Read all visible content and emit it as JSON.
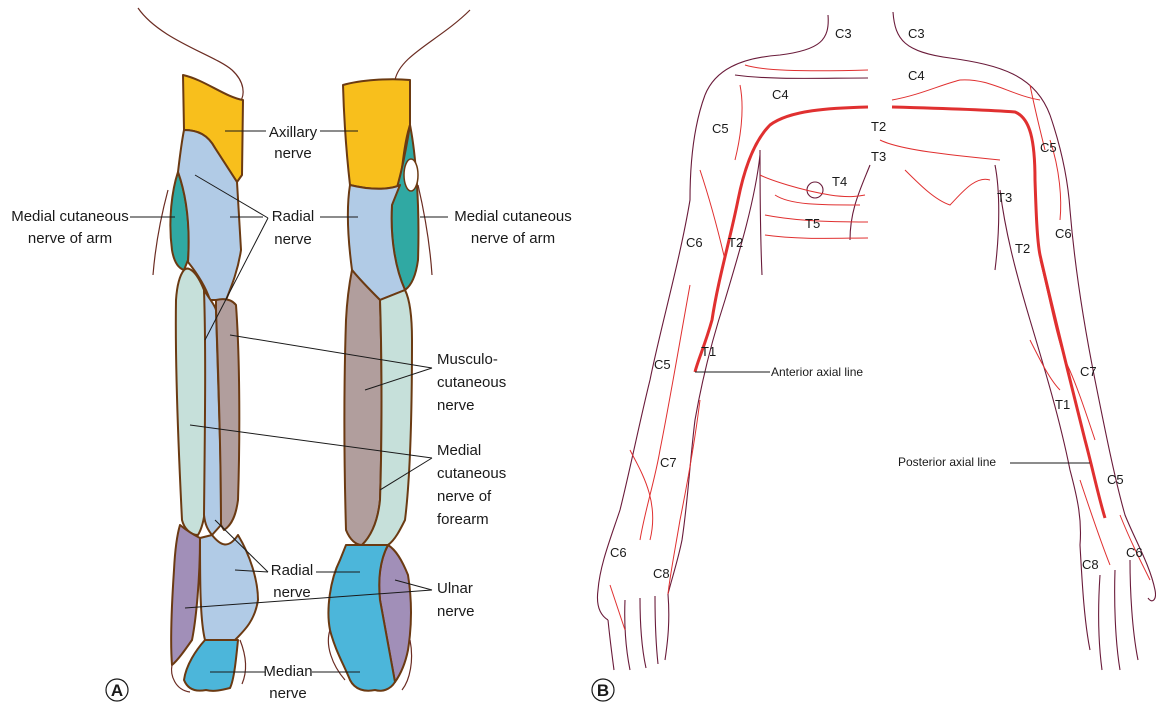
{
  "colors": {
    "axillary": "#f8bf1c",
    "radial": "#b1cbe6",
    "medial_arm": "#30a9a3",
    "musculocutaneous": "#b19e9d",
    "medial_forearm": "#c6e0da",
    "ulnar": "#a18fb8",
    "median": "#4cb6da",
    "axial_line": "#e03030",
    "dermatome_line": "#e03030"
  },
  "panel_a": {
    "marker": "A",
    "labels": {
      "axillary_1": "Axillary",
      "axillary_2": "nerve",
      "radial_1": "Radial",
      "radial_2": "nerve",
      "mcna_l1": "Medial cutaneous",
      "mcna_l2": "nerve of arm",
      "mcna_r1": "Medial cutaneous",
      "mcna_r2": "nerve of arm",
      "musc_1": "Musculo-",
      "musc_2": "cutaneous",
      "musc_3": "nerve",
      "mcnf_1": "Medial",
      "mcnf_2": "cutaneous",
      "mcnf_3": "nerve of",
      "mcnf_4": "forearm",
      "radial_hand_1": "Radial",
      "radial_hand_2": "nerve",
      "ulnar_1": "Ulnar",
      "ulnar_2": "nerve",
      "median_1": "Median",
      "median_2": "nerve"
    }
  },
  "panel_b": {
    "marker": "B",
    "anterior_axial_line": "Anterior axial line",
    "posterior_axial_line": "Posterior axial line",
    "dermatomes": {
      "c3_l": "C3",
      "c3_r": "C3",
      "c4_l": "C4",
      "c4_r": "C4",
      "c5_l": "C5",
      "c5_r": "C5",
      "c5_al": "C5",
      "c5_fr": "C5",
      "t2_c": "T2",
      "t3_c": "T3",
      "t4": "T4",
      "t5": "T5",
      "c6_l": "C6",
      "t2_l": "T2",
      "t3_r": "T3",
      "c6_r": "C6",
      "t2_r": "T2",
      "t1_l": "T1",
      "c7_l": "C7",
      "c7_r": "C7",
      "t1_r": "T1",
      "c6_hl": "C6",
      "c8_l": "C8",
      "c8_r": "C8",
      "c6_hr": "C6"
    }
  }
}
